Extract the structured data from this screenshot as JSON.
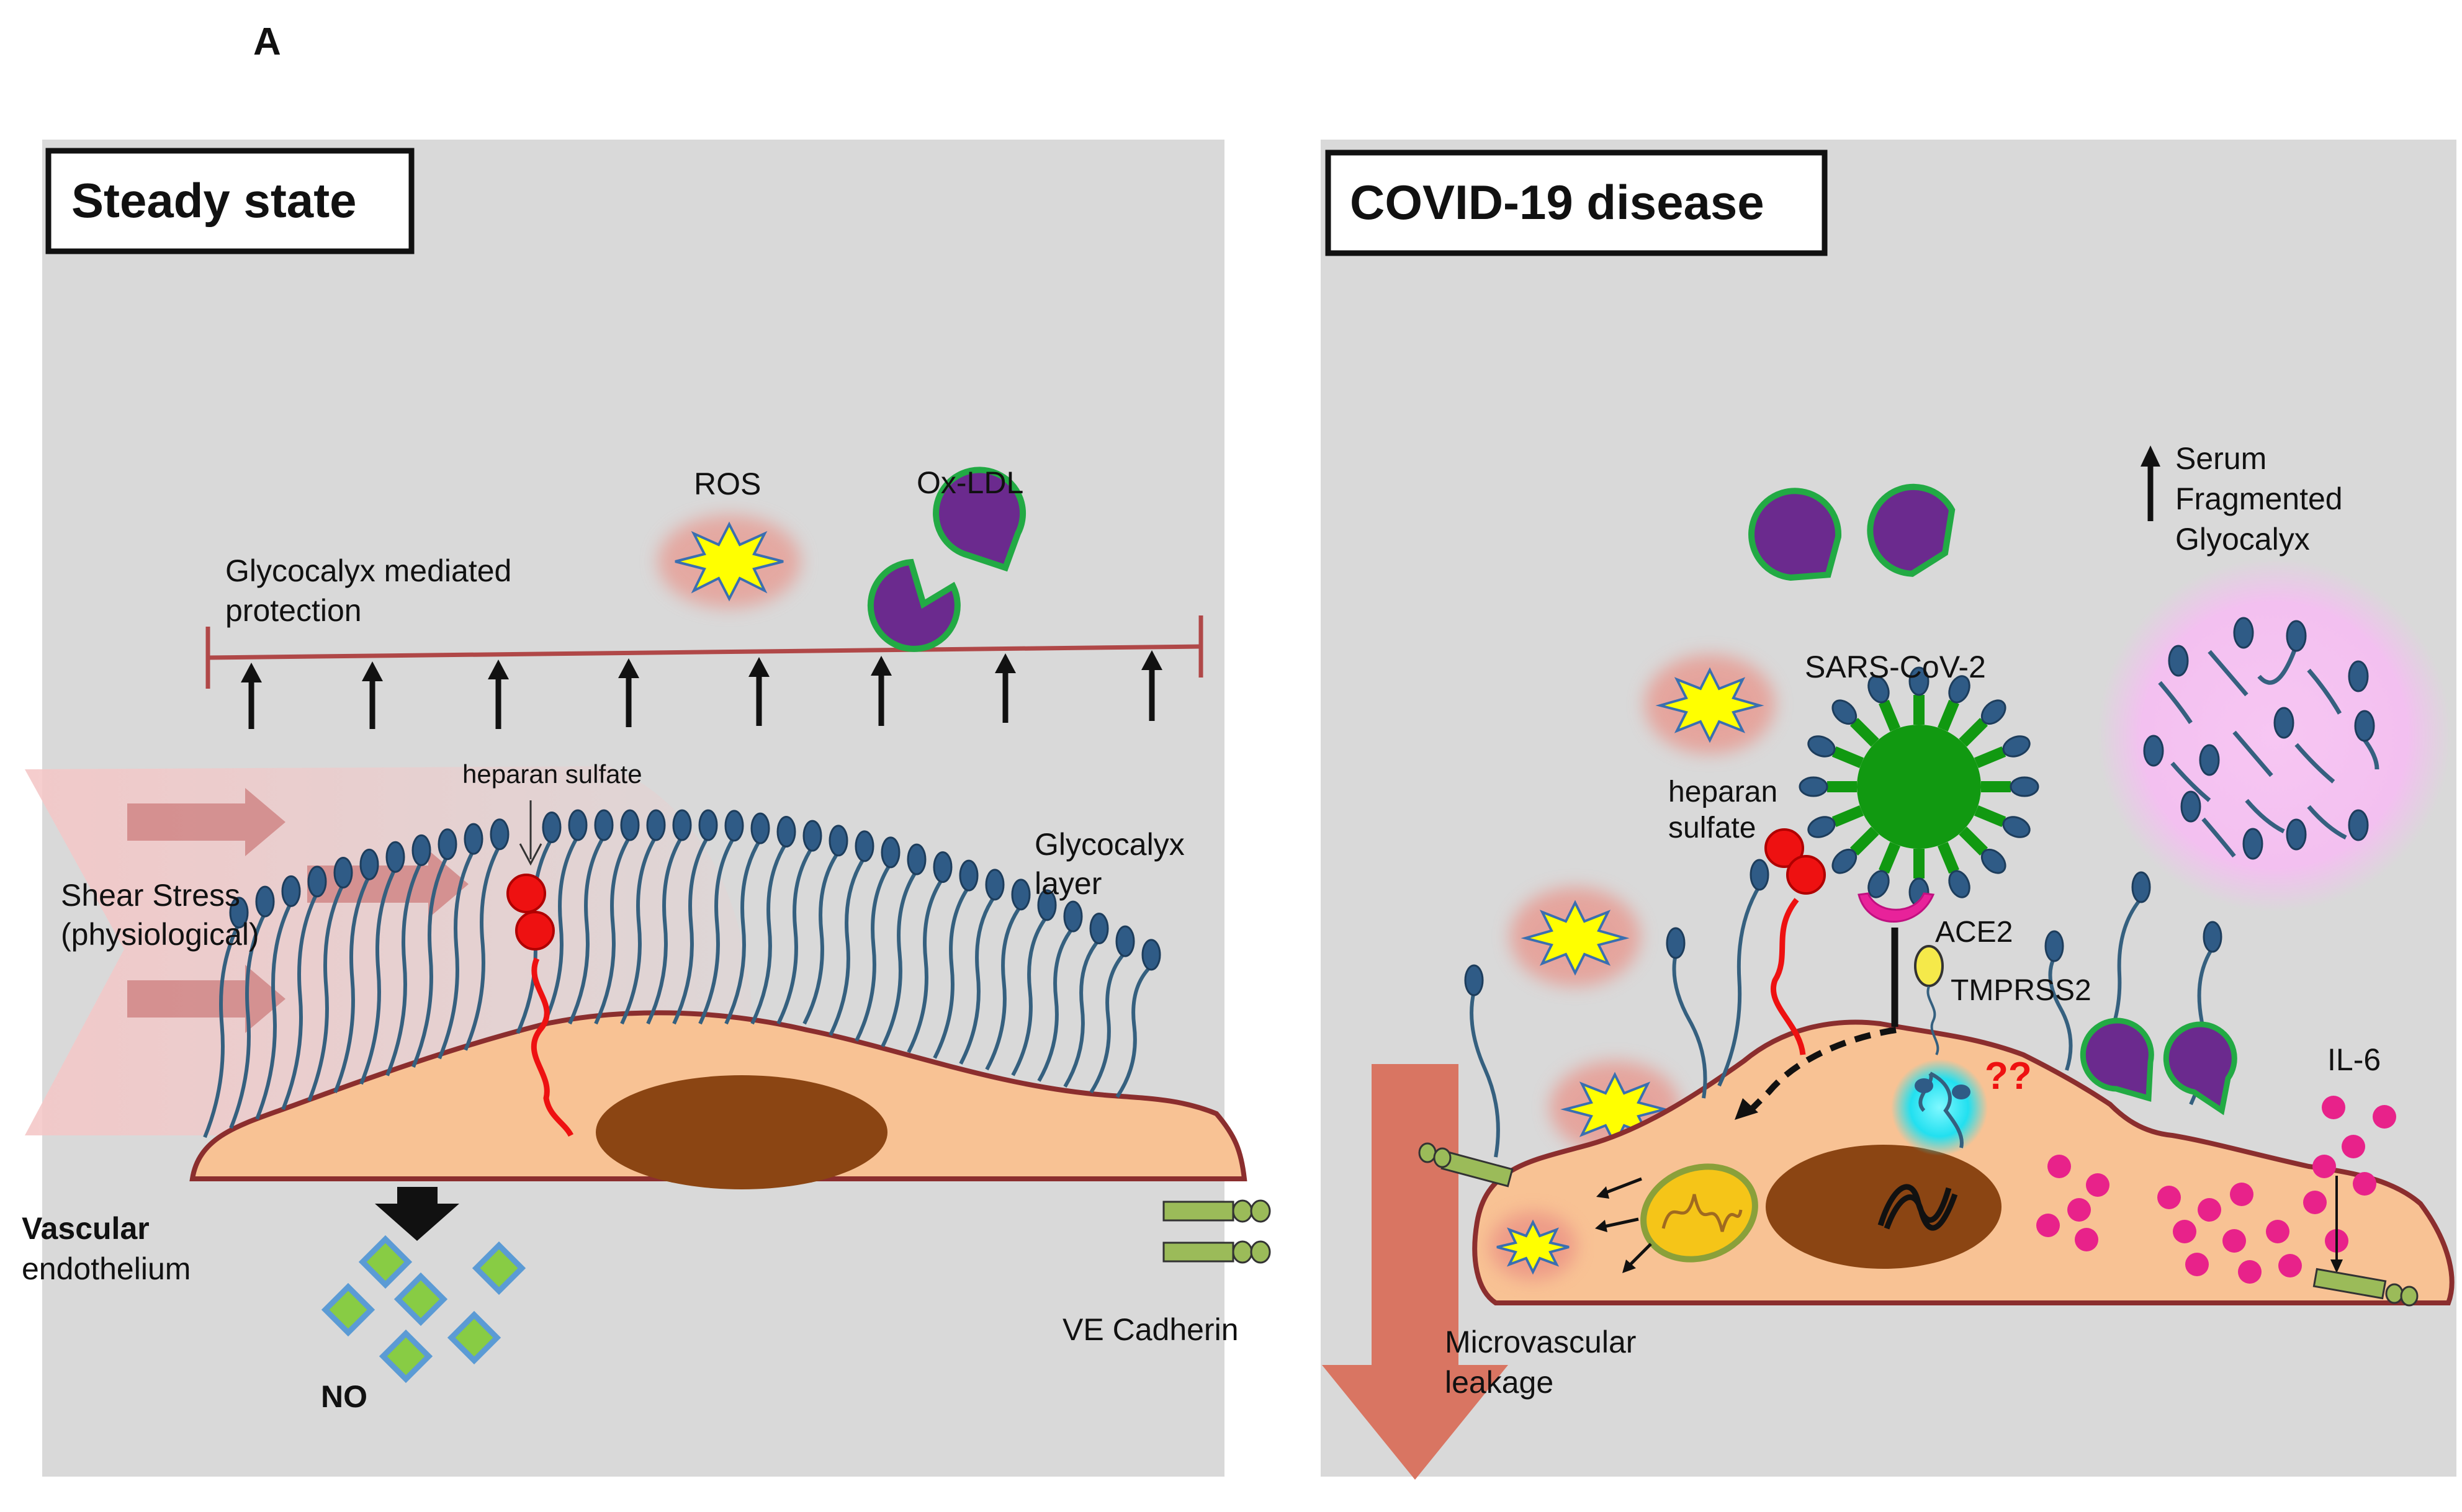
{
  "figure_label": "A",
  "left_panel": {
    "title": "Steady state",
    "ros_label": "ROS",
    "oxldl_label": "Ox-LDL",
    "protection_label_line1": "Glycocalyx mediated",
    "protection_label_line2": "protection",
    "heparan_label": "heparan sulfate",
    "glycocalyx_label_line1": "Glycocalyx",
    "glycocalyx_label_line2": "layer",
    "shear_label_line1": "Shear Stress",
    "shear_label_line2": "(physiological)",
    "vascular_label_line1": "Vascular",
    "vascular_label_line2": "endothelium",
    "no_label": "NO",
    "cadherin_label": "VE Cadherin"
  },
  "right_panel": {
    "title": "COVID-19 disease",
    "serum_label_line1": "Serum",
    "serum_label_line2": "Fragmented",
    "serum_label_line3": "Glyocalyx",
    "sars_label": "SARS-CoV-2",
    "heparan_label_line1": "heparan",
    "heparan_label_line2": "sulfate",
    "ace2_label": "ACE2",
    "tmprss2_label": "TMPRSS2",
    "question_label": "??",
    "il6_label": "IL-6",
    "leakage_label_line1": "Microvascular",
    "leakage_label_line2": "leakage"
  },
  "colors": {
    "panel_bg": "#d9d9d9",
    "cell_fill": "#f8c294",
    "cell_stroke": "#8b2e2e",
    "nucleus": "#8b4513",
    "glycan_stroke": "#35607f",
    "glycan_head": "#2f5b86",
    "heparan_red": "#ee1111",
    "ros_yellow": "#ffff00",
    "oxldl_purple": "#6b2a8e",
    "oxldl_ring": "#22aa44",
    "virus_green": "#119911",
    "il6_pink": "#e8228a",
    "no_green": "#88cc44",
    "cadherin_green": "#9bbb59",
    "protection_bar": "#b04848",
    "leak_arrow": "#d9705c"
  }
}
